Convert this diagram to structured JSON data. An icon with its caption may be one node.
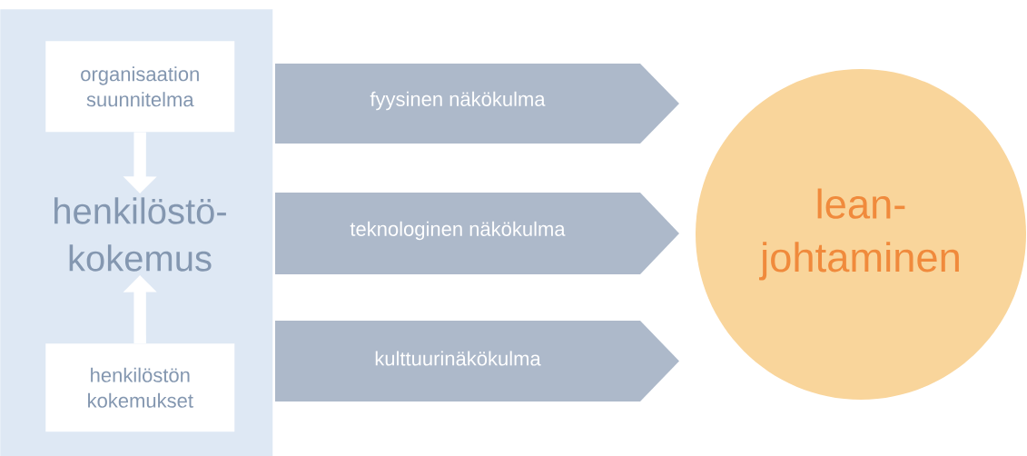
{
  "diagram": {
    "nodes": [
      {
        "text": [],
        "shape": "box"
      },
      {
        "text": [
          "organisaation suunnitelma"
        ],
        "in": 0
      },
      {
        "text": [
          "henkilöstö- kokemus"
        ],
        "in": 0
      },
      {
        "text": [
          "henkilöstön kokemukset"
        ],
        "in": 0
      },
      {
        "text": [
          "fyysinen näkökulma"
        ]
      },
      {
        "text": [
          "teknologinen näkökulma"
        ]
      },
      {
        "text": [
          "kulttuurinäkökulma"
        ]
      },
      {
        "text": [
          "lean- johtaminen"
        ]
      }
    ],
    "edges": [
      {
        "from": 1,
        "to": 2,
        "arrow": "to"
      },
      {
        "from": 3,
        "to": 2,
        "arrow": "to"
      }
    ]
  }
}
